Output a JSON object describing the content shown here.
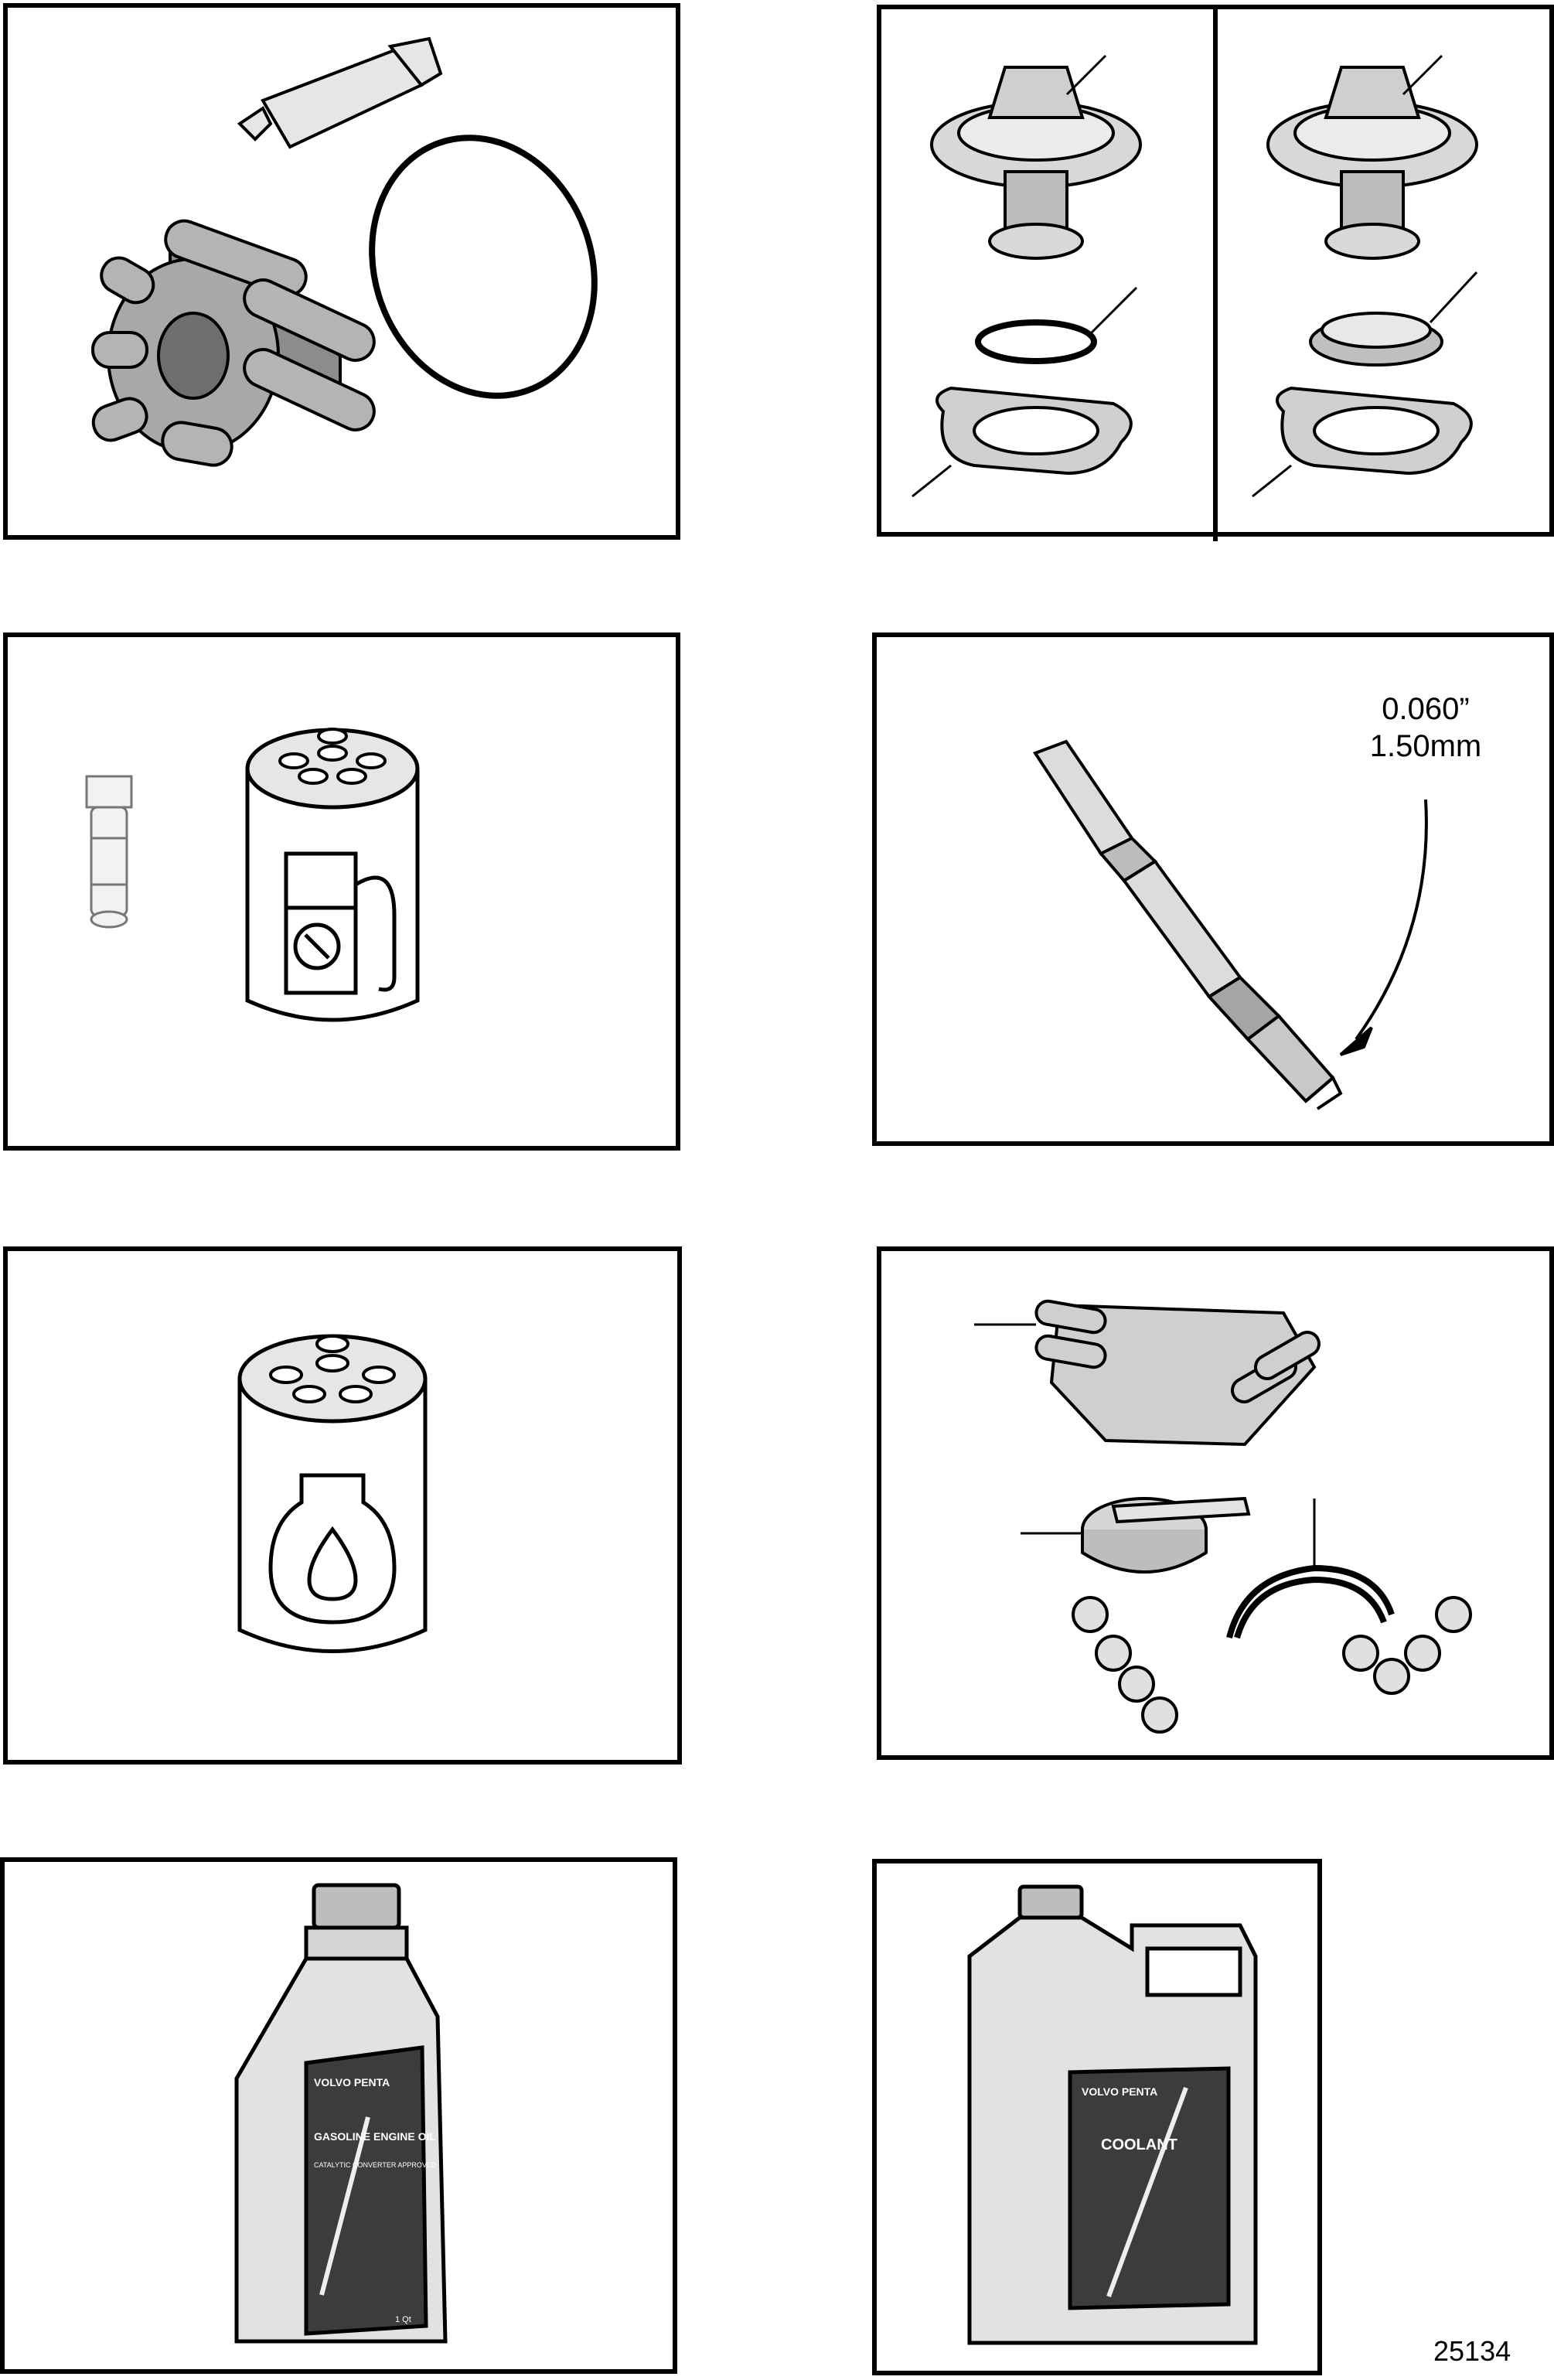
{
  "spark_plug_gap": {
    "inches": "0.060”",
    "metric": "1.50mm"
  },
  "oil_bottle_label": {
    "brand": "VOLVO PENTA",
    "product": "GASOLINE ENGINE OIL",
    "sub": "CATALYTIC CONVERTER APPROVED",
    "volume": "1 Qt"
  },
  "coolant_label": {
    "brand": "VOLVO PENTA",
    "product": "COOLANT"
  },
  "figure_number": "25134",
  "icons": [
    "impeller-icon",
    "tube-icon",
    "oring-icon",
    "thermostat-icon",
    "gasket-icon",
    "fuel-pump-icon",
    "fuel-filter-icon",
    "spark-plug-icon",
    "oil-filter-icon",
    "distributor-cap-icon",
    "rotor-icon",
    "ignition-wires-icon",
    "oil-bottle-icon",
    "coolant-jug-icon"
  ]
}
